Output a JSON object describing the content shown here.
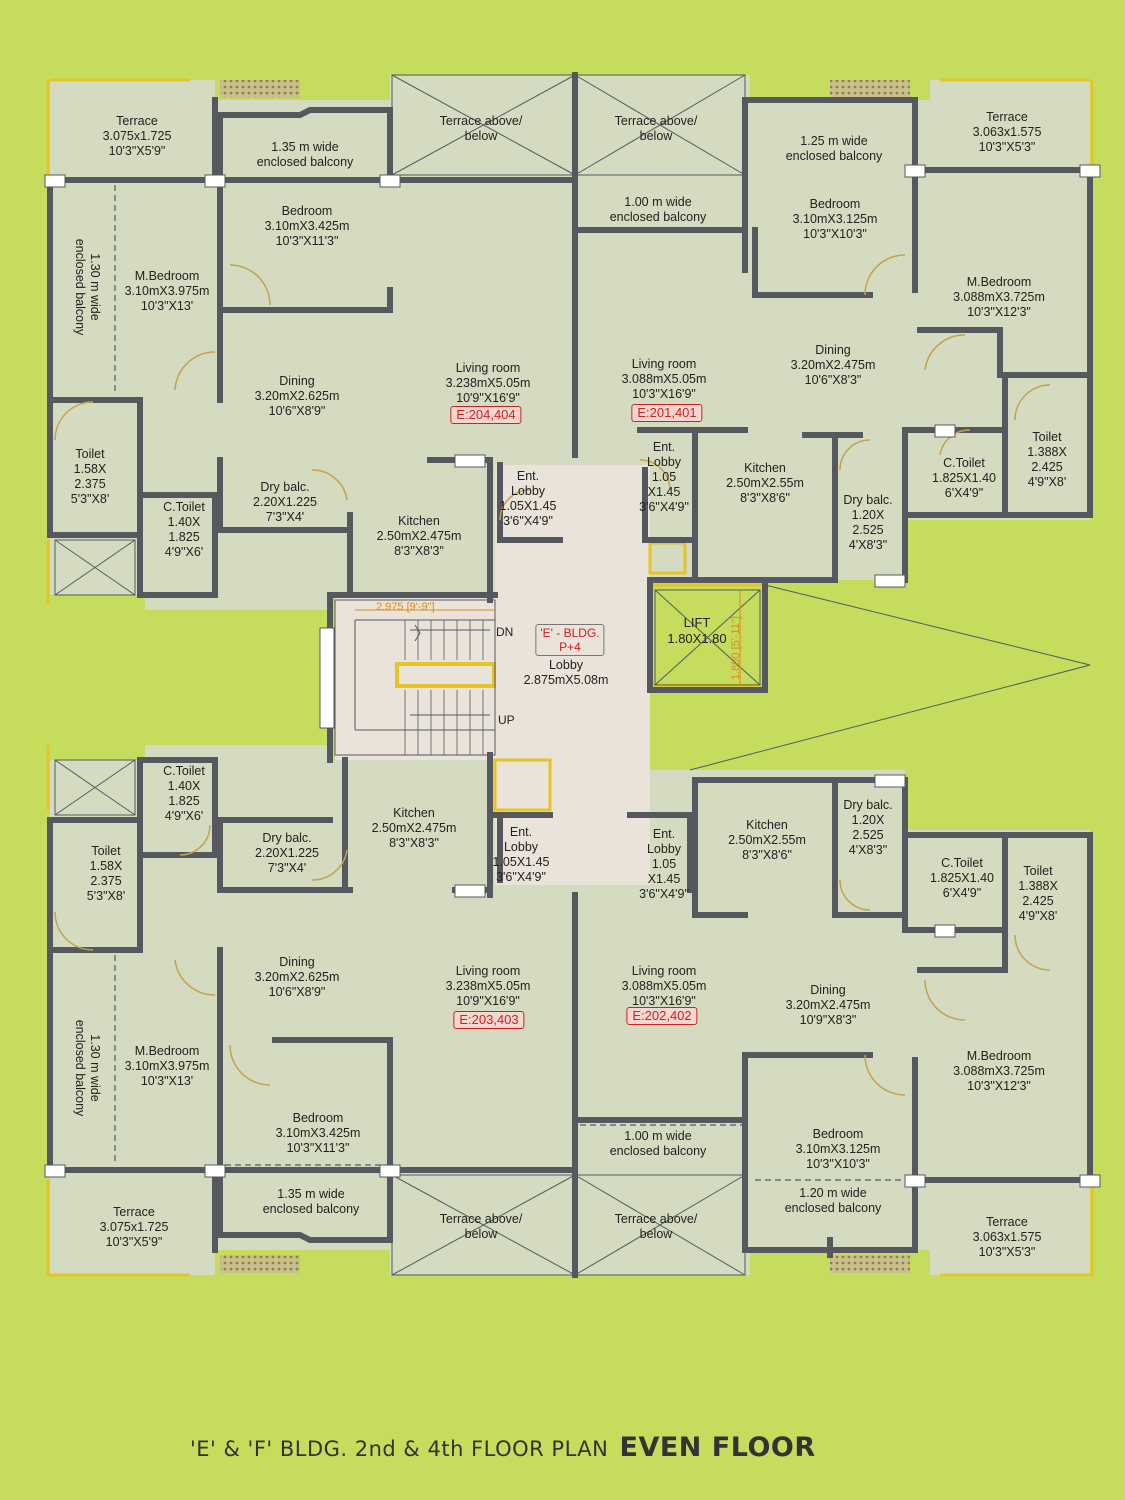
{
  "title": {
    "prefix": "'E' & 'F' BLDG. 2nd & 4th FLOOR PLAN",
    "emphasis": "EVEN FLOOR"
  },
  "core": {
    "building_tag": [
      "'E' - BLDG.",
      "P+4"
    ],
    "lobby": [
      "Lobby",
      "2.875mX5.08m"
    ],
    "lift": [
      "LIFT",
      "1.80X1.80"
    ],
    "lift_dim": "1.800 [5'-11\"]",
    "stair_dim": "2.975 [9'-9\"]",
    "stair_dn": "DN",
    "stair_up": "UP"
  },
  "units": [
    {
      "id": "E:204,404",
      "rooms": [
        {
          "key": "terrace",
          "lines": [
            "Terrace",
            "3.075x1.725",
            "10'3\"X5'9\""
          ]
        },
        {
          "key": "balcony_135",
          "lines": [
            "1.35 m wide",
            "enclosed balcony"
          ]
        },
        {
          "key": "terrace_above_1",
          "lines": [
            "Terrace above/",
            "below"
          ]
        },
        {
          "key": "bedroom",
          "lines": [
            "Bedroom",
            "3.10mX3.425m",
            "10'3\"X11'3\""
          ]
        },
        {
          "key": "mbedroom",
          "lines": [
            "M.Bedroom",
            "3.10mX3.975m",
            "10'3\"X13'"
          ]
        },
        {
          "key": "living",
          "lines": [
            "Living room",
            "3.238mX5.05m",
            "10'9\"X16'9\""
          ]
        },
        {
          "key": "dining",
          "lines": [
            "Dining",
            "3.20mX2.625m",
            "10'6\"X8'9\""
          ]
        },
        {
          "key": "toilet",
          "lines": [
            "Toilet",
            "1.58X",
            "2.375",
            "5'3\"X8'"
          ]
        },
        {
          "key": "ctoilet",
          "lines": [
            "C.Toilet",
            "1.40X",
            "1.825",
            "4'9\"X6'"
          ]
        },
        {
          "key": "drybalc",
          "lines": [
            "Dry balc.",
            "2.20X1.225",
            "7'3\"X4'"
          ]
        },
        {
          "key": "kitchen",
          "lines": [
            "Kitchen",
            "2.50mX2.475m",
            "8'3\"X8'3\""
          ]
        },
        {
          "key": "entlobby",
          "lines": [
            "Ent.",
            "Lobby",
            "1.05X1.45",
            "3'6\"X4'9\""
          ]
        }
      ],
      "side_balcony": [
        "1.30 m wide",
        "enclosed balcony"
      ]
    },
    {
      "id": "E:201,401",
      "rooms": [
        {
          "key": "terrace",
          "lines": [
            "Terrace",
            "3.063x1.575",
            "10'3\"X5'3\""
          ]
        },
        {
          "key": "balcony_125",
          "lines": [
            "1.25 m wide",
            "enclosed balcony"
          ]
        },
        {
          "key": "terrace_above_2",
          "lines": [
            "Terrace above/",
            "below"
          ]
        },
        {
          "key": "balcony_100",
          "lines": [
            "1.00 m wide",
            "enclosed balcony"
          ]
        },
        {
          "key": "bedroom",
          "lines": [
            "Bedroom",
            "3.10mX3.125m",
            "10'3\"X10'3\""
          ]
        },
        {
          "key": "mbedroom",
          "lines": [
            "M.Bedroom",
            "3.088mX3.725m",
            "10'3\"X12'3\""
          ]
        },
        {
          "key": "living",
          "lines": [
            "Living room",
            "3.088mX5.05m",
            "10'3\"X16'9\""
          ]
        },
        {
          "key": "dining",
          "lines": [
            "Dining",
            "3.20mX2.475m",
            "10'6\"X8'3\""
          ]
        },
        {
          "key": "entlobby",
          "lines": [
            "Ent.",
            "Lobby",
            "1.05",
            "X1.45",
            "3'6\"X4'9\""
          ]
        },
        {
          "key": "kitchen",
          "lines": [
            "Kitchen",
            "2.50mX2.55m",
            "8'3\"X8'6\""
          ]
        },
        {
          "key": "drybalc",
          "lines": [
            "Dry balc.",
            "1.20X",
            "2.525",
            "4'X8'3\""
          ]
        },
        {
          "key": "ctoilet",
          "lines": [
            "C.Toilet",
            "1.825X1.40",
            "6'X4'9\""
          ]
        },
        {
          "key": "toilet",
          "lines": [
            "Toilet",
            "1.388X",
            "2.425",
            "4'9\"X8'"
          ]
        }
      ]
    },
    {
      "id": "E:203,403",
      "rooms": [
        {
          "key": "ctoilet",
          "lines": [
            "C.Toilet",
            "1.40X",
            "1.825",
            "4'9\"X6'"
          ]
        },
        {
          "key": "toilet",
          "lines": [
            "Toilet",
            "1.58X",
            "2.375",
            "5'3\"X8'"
          ]
        },
        {
          "key": "drybalc",
          "lines": [
            "Dry balc.",
            "2.20X1.225",
            "7'3\"X4'"
          ]
        },
        {
          "key": "kitchen",
          "lines": [
            "Kitchen",
            "2.50mX2.475m",
            "8'3\"X8'3\""
          ]
        },
        {
          "key": "entlobby",
          "lines": [
            "Ent.",
            "Lobby",
            "1.05X1.45",
            "3'6\"X4'9\""
          ]
        },
        {
          "key": "dining",
          "lines": [
            "Dining",
            "3.20mX2.625m",
            "10'6\"X8'9\""
          ]
        },
        {
          "key": "living",
          "lines": [
            "Living room",
            "3.238mX5.05m",
            "10'9\"X16'9\""
          ]
        },
        {
          "key": "mbedroom",
          "lines": [
            "M.Bedroom",
            "3.10mX3.975m",
            "10'3\"X13'"
          ]
        },
        {
          "key": "bedroom",
          "lines": [
            "Bedroom",
            "3.10mX3.425m",
            "10'3\"X11'3\""
          ]
        },
        {
          "key": "balcony_135",
          "lines": [
            "1.35 m wide",
            "enclosed balcony"
          ]
        },
        {
          "key": "terrace",
          "lines": [
            "Terrace",
            "3.075x1.725",
            "10'3\"X5'9\""
          ]
        },
        {
          "key": "terrace_above_1",
          "lines": [
            "Terrace above/",
            "below"
          ]
        }
      ],
      "side_balcony": [
        "1.30 m wide",
        "enclosed balcony"
      ]
    },
    {
      "id": "E:202,402",
      "rooms": [
        {
          "key": "entlobby",
          "lines": [
            "Ent.",
            "Lobby",
            "1.05",
            "X1.45",
            "3'6\"X4'9\""
          ]
        },
        {
          "key": "kitchen",
          "lines": [
            "Kitchen",
            "2.50mX2.55m",
            "8'3\"X8'6\""
          ]
        },
        {
          "key": "drybalc",
          "lines": [
            "Dry balc.",
            "1.20X",
            "2.525",
            "4'X8'3\""
          ]
        },
        {
          "key": "ctoilet",
          "lines": [
            "C.Toilet",
            "1.825X1.40",
            "6'X4'9\""
          ]
        },
        {
          "key": "toilet",
          "lines": [
            "Toilet",
            "1.388X",
            "2.425",
            "4'9\"X8'"
          ]
        },
        {
          "key": "living",
          "lines": [
            "Living room",
            "3.088mX5.05m",
            "10'3\"X16'9\""
          ]
        },
        {
          "key": "dining",
          "lines": [
            "Dining",
            "3.20mX2.475m",
            "10'9\"X8'3\""
          ]
        },
        {
          "key": "mbedroom",
          "lines": [
            "M.Bedroom",
            "3.088mX3.725m",
            "10'3\"X12'3\""
          ]
        },
        {
          "key": "balcony_100",
          "lines": [
            "1.00 m wide",
            "enclosed balcony"
          ]
        },
        {
          "key": "bedroom",
          "lines": [
            "Bedroom",
            "3.10mX3.125m",
            "10'3\"X10'3\""
          ]
        },
        {
          "key": "balcony_120",
          "lines": [
            "1.20 m wide",
            "enclosed balcony"
          ]
        },
        {
          "key": "terrace",
          "lines": [
            "Terrace",
            "3.063x1.575",
            "10'3\"X5'3\""
          ]
        },
        {
          "key": "terrace_above_2",
          "lines": [
            "Terrace above/",
            "below"
          ]
        }
      ]
    }
  ],
  "colors": {
    "background": "#c5dc5c",
    "floor": "#d4dbc0",
    "lobby": "#e9e3d9",
    "wall": "#55595f",
    "accent": "#e6c428",
    "unit_tag": "#cc2222"
  }
}
